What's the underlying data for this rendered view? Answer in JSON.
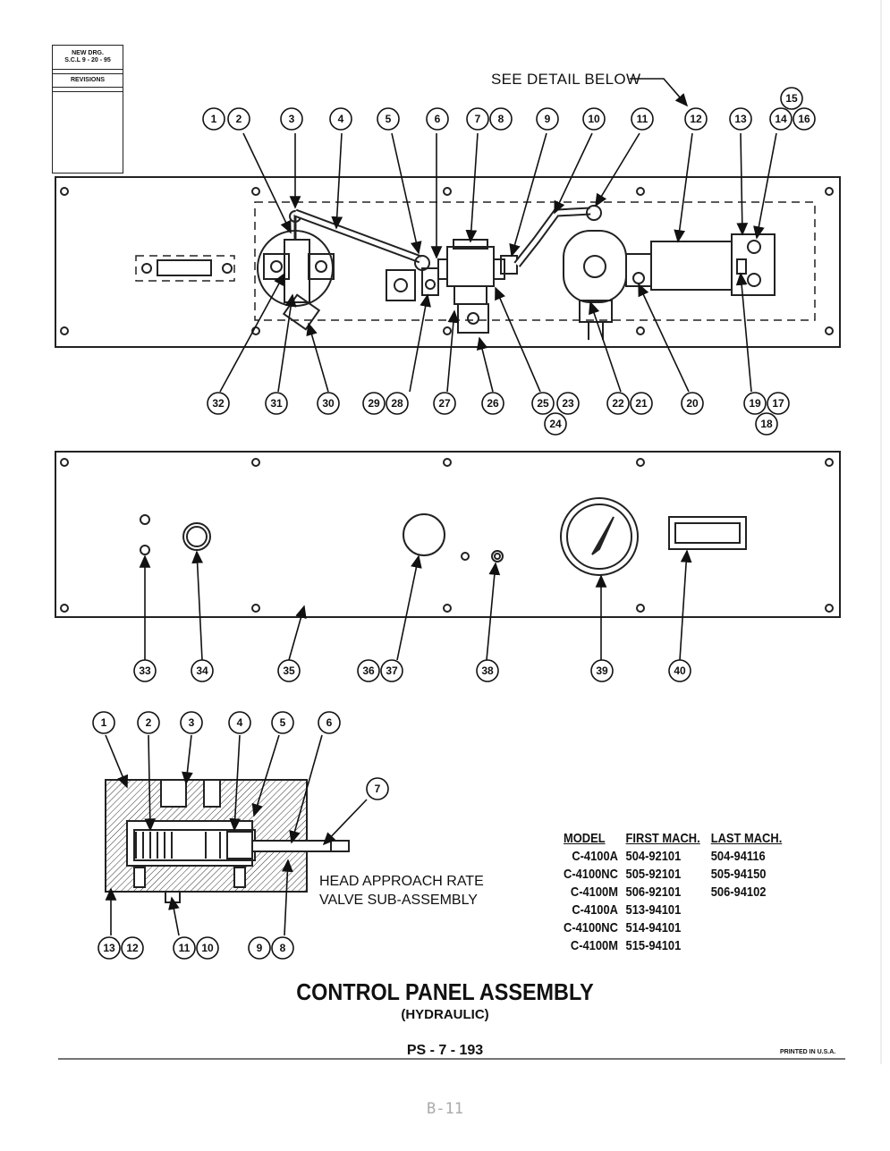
{
  "revision_block": {
    "line1": "NEW DRG.",
    "line2": "S.C.L 9 - 20 - 95",
    "label": "REVISIONS"
  },
  "see_detail": "SEE DETAIL BELOW",
  "subassembly_title_1": "HEAD APPROACH RATE",
  "subassembly_title_2": "VALVE SUB-ASSEMBLY",
  "table": {
    "headers": [
      "MODEL",
      "FIRST MACH.",
      "LAST MACH."
    ],
    "rows": [
      [
        "C-4100A",
        "504-92101",
        "504-94116"
      ],
      [
        "C-4100NC",
        "505-92101",
        "505-94150"
      ],
      [
        "C-4100M",
        "506-92101",
        "506-94102"
      ],
      [
        "C-4100A",
        "513-94101",
        ""
      ],
      [
        "C-4100NC",
        "514-94101",
        ""
      ],
      [
        "C-4100M",
        "515-94101",
        ""
      ]
    ]
  },
  "title": "CONTROL PANEL ASSEMBLY",
  "subtitle": "(HYDRAULIC)",
  "drawing_number": "PS - 7 - 193",
  "printed": "PRINTED IN U.S.A.",
  "page_ref": "B-11",
  "panel1_callouts": [
    "1",
    "2",
    "3",
    "4",
    "5",
    "6",
    "7",
    "8",
    "9",
    "10",
    "11",
    "12",
    "13",
    "15",
    "14",
    "16",
    "32",
    "31",
    "30",
    "29",
    "28",
    "27",
    "26",
    "25",
    "23",
    "24",
    "22",
    "21",
    "20",
    "19",
    "17",
    "18"
  ],
  "panel2_callouts": [
    "33",
    "34",
    "35",
    "36",
    "37",
    "38",
    "39",
    "40"
  ],
  "detail_callouts": [
    "1",
    "2",
    "3",
    "4",
    "5",
    "6",
    "7",
    "13",
    "12",
    "11",
    "10",
    "9",
    "8"
  ]
}
